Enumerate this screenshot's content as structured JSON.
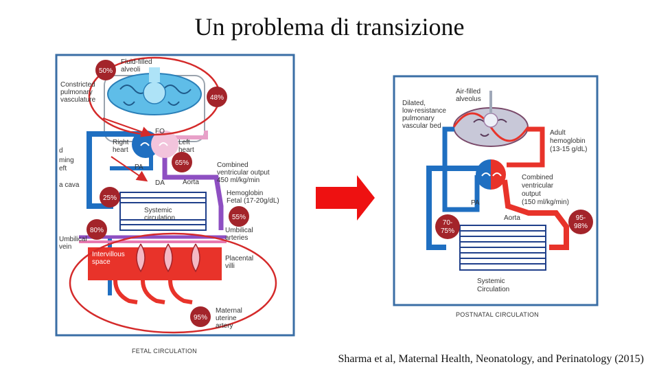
{
  "title": "Un problema di transizione",
  "citation": "Sharma et al, Maternal Health, Neonatology, and Perinatology (2015)",
  "fetal": {
    "caption": "FETAL CIRCULATION",
    "labels": {
      "fluid_filled": "Fluid-filled",
      "alveoli": "alveoli",
      "constricted": "Constricted",
      "pulmonary": "pulmonary",
      "vasculature": "vasculature",
      "fo": "FO",
      "right": "Right",
      "heart_r": "heart",
      "left": "Left",
      "heart_l": "heart",
      "pa": "PA",
      "da": "DA",
      "aorta": "Aorta",
      "combined": "Combined",
      "ventricular_output": "ventricular output",
      "flow": "450 ml/kg/min",
      "hemoglobin": "Hemoglobin",
      "fetal_hb": "Fetal (17-20g/dL)",
      "systemic": "Systemic",
      "circulation": "circulation",
      "umbilical_a1": "Umbilical",
      "umbilical_a2": "arteries",
      "umbilical_v1": "Umbilical",
      "umbilical_v2": "vein",
      "intervillous1": "Intervillous",
      "intervillous2": "space",
      "placental1": "Placental",
      "placental2": "villi",
      "maternal1": "Maternal",
      "maternal2": "uterine",
      "maternal3": "artery",
      "edge1": "d",
      "edge2": "ming",
      "edge3": "eft",
      "edge4": "a cava"
    },
    "badges": {
      "b50": "50%",
      "b48": "48%",
      "b65": "65%",
      "b25": "25%",
      "b55": "55%",
      "b80": "80%",
      "b95": "95%"
    }
  },
  "postnatal": {
    "caption": "POSTNATAL CIRCULATION",
    "labels": {
      "air_filled": "Air-filled",
      "alveolus": "alveolus",
      "dilated": "Dilated,",
      "low_res": "low-resistance",
      "pulmonary": "pulmonary",
      "vascular_bed": "vascular bed",
      "adult": "Adult",
      "hemoglobin": "hemoglobin",
      "adult_hb": "(13-15 g/dL)",
      "combined": "Combined",
      "ventricular": "ventricular",
      "output": "output",
      "flow": "(150 ml/kg/min)",
      "pa": "PA",
      "aorta": "Aorta",
      "systemic": "Systemic",
      "circulation": "Circulation"
    },
    "badges": {
      "b70_1": "70-",
      "b70_2": "75%",
      "b95_1": "95-",
      "b95_2": "98%"
    }
  },
  "colors": {
    "oxygenated": "#e8332a",
    "deoxygenated": "#1f6fc1",
    "badge": "#a3242a",
    "annotation": "#d42a2a",
    "arrow": "#ee1111",
    "frame": "#3a6ea5"
  }
}
